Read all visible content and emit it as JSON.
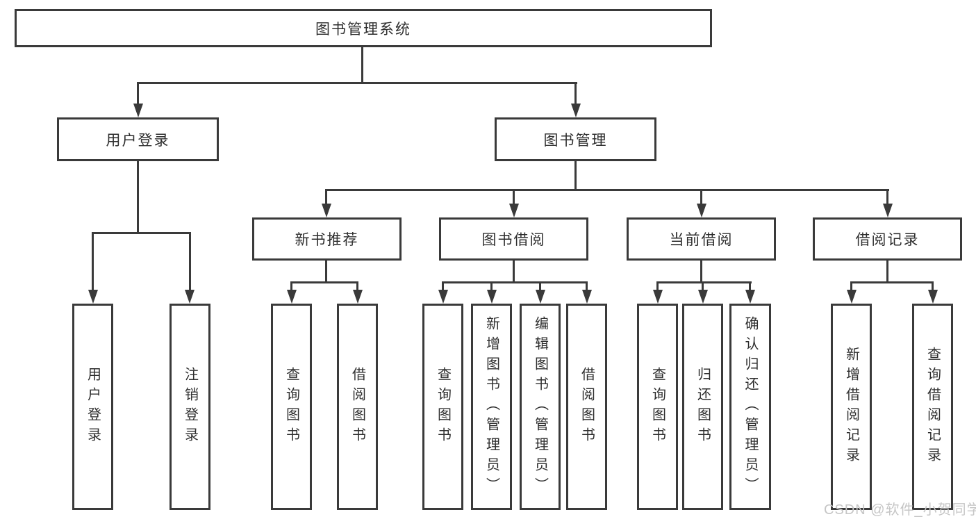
{
  "tree": {
    "root": "图书管理系统",
    "login": {
      "label": "用户登录",
      "children": [
        "用户登录",
        "注销登录"
      ]
    },
    "management": {
      "label": "图书管理",
      "groups": [
        {
          "label": "新书推荐",
          "children": [
            "查询图书",
            "借阅图书"
          ]
        },
        {
          "label": "图书借阅",
          "children": [
            "查询图书",
            "新增图书（管理员）",
            "编辑图书（管理员）",
            "借阅图书"
          ]
        },
        {
          "label": "当前借阅",
          "children": [
            "查询图书",
            "归还图书",
            "确认归还（管理员）"
          ]
        },
        {
          "label": "借阅记录",
          "children": [
            "新增借阅记录",
            "查询借阅记录"
          ]
        }
      ]
    }
  },
  "watermark": "CSDN @软件_小贺同学",
  "colors": {
    "line": "#3a3a3a",
    "text": "#2e2e2e",
    "watermark": "#c6c6c6",
    "background": "#ffffff"
  }
}
